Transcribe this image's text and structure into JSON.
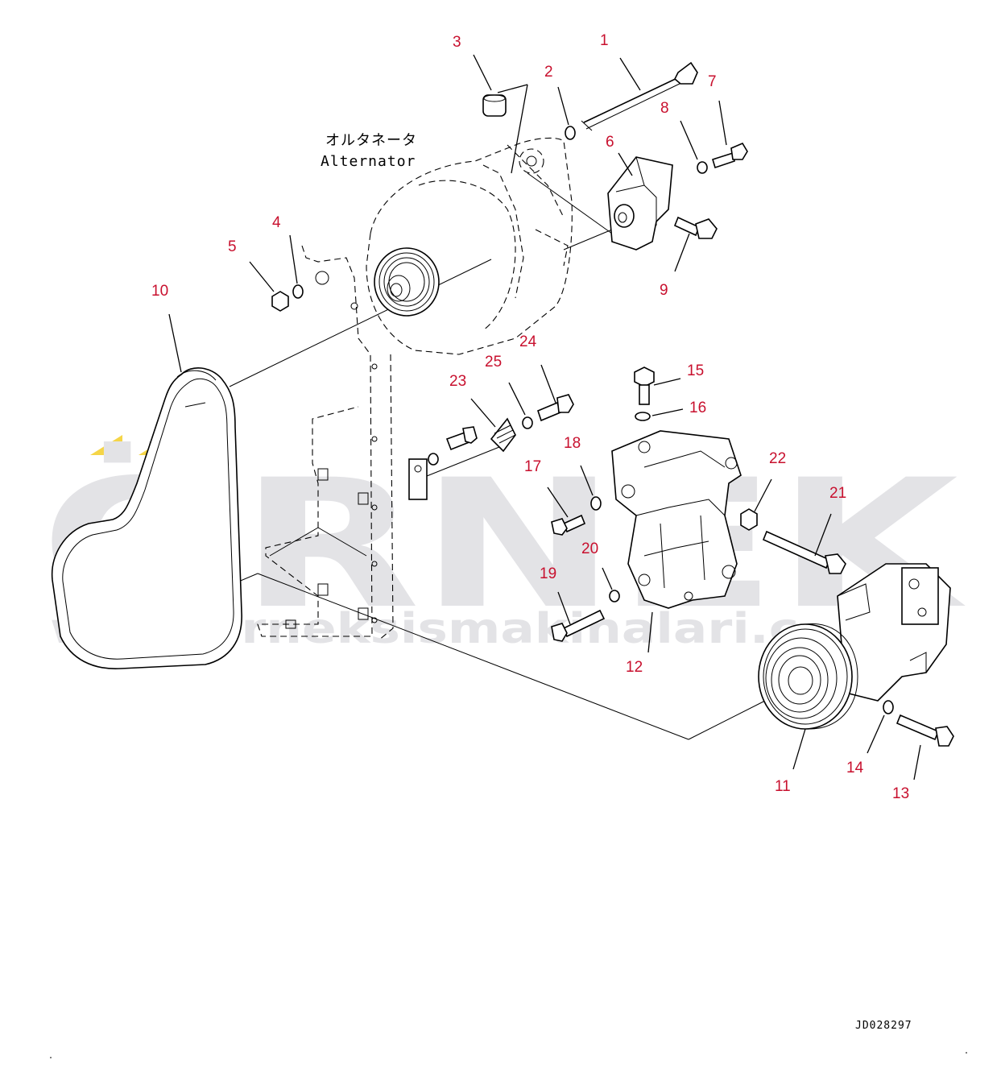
{
  "caption": {
    "japanese": "オルタネータ",
    "english": "Alternator"
  },
  "drawing_code": "JD028297",
  "watermark": {
    "brand": "ÖRNEK",
    "url": "www.orneksismakinalari.com",
    "url_visible": "www.orneksismakinalari.c"
  },
  "colors": {
    "callout": "#c8102e",
    "watermark": "#e3e3e6",
    "watermark_accent": "#f5d547"
  },
  "callouts": {
    "c1": "1",
    "c2": "2",
    "c3": "3",
    "c4": "4",
    "c5": "5",
    "c6": "6",
    "c7": "7",
    "c8": "8",
    "c9": "9",
    "c10": "10",
    "c11": "11",
    "c12": "12",
    "c13": "13",
    "c14": "14",
    "c15": "15",
    "c16": "16",
    "c17": "17",
    "c18": "18",
    "c19": "19",
    "c20": "20",
    "c21": "21",
    "c22": "22",
    "c23": "23",
    "c24": "24",
    "c25": "25"
  }
}
